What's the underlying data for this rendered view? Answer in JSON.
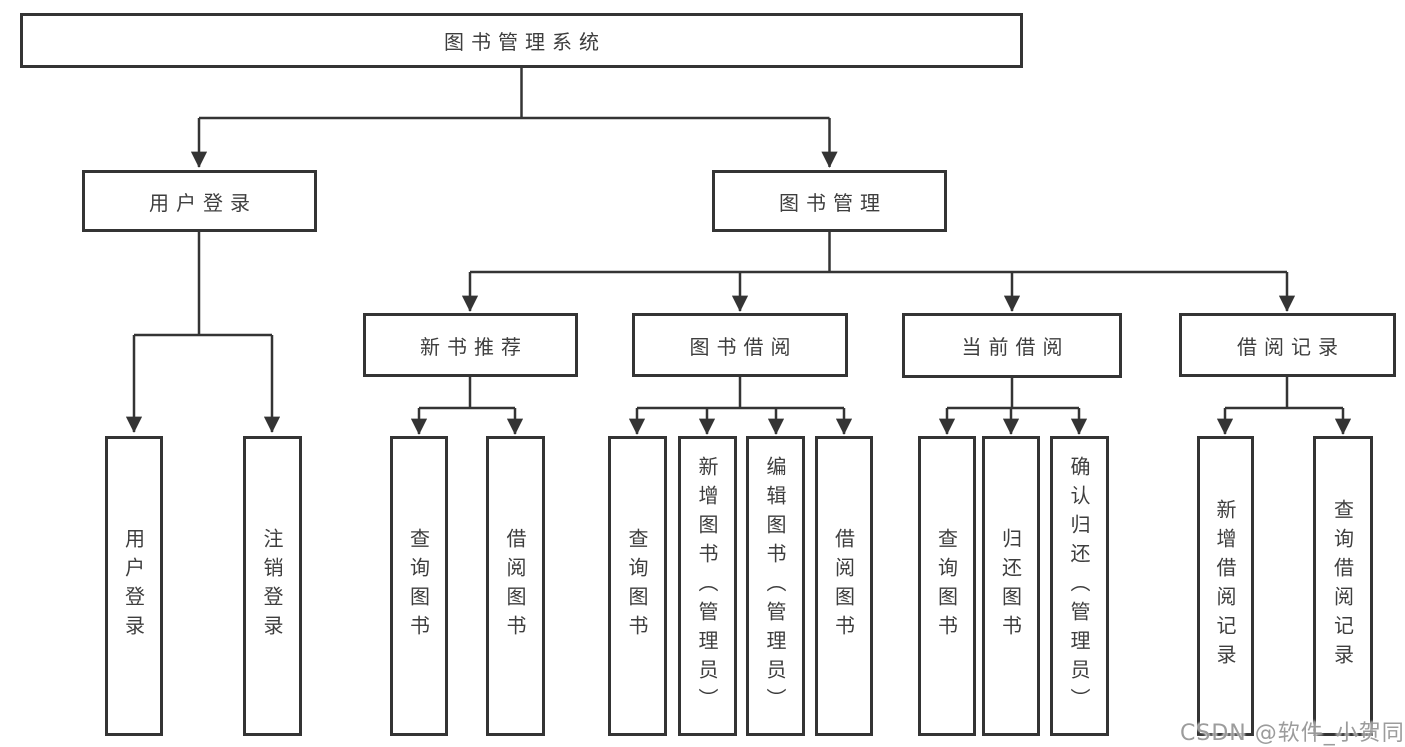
{
  "tree": {
    "root": {
      "label": "图书管理系统",
      "children": [
        {
          "label": "用户登录",
          "children": [
            {
              "label": "用户登录"
            },
            {
              "label": "注销登录"
            }
          ]
        },
        {
          "label": "图书管理",
          "children": [
            {
              "label": "新书推荐",
              "children": [
                {
                  "label": "查询图书"
                },
                {
                  "label": "借阅图书"
                }
              ]
            },
            {
              "label": "图书借阅",
              "children": [
                {
                  "label": "查询图书"
                },
                {
                  "label": "新增图书（管理员）"
                },
                {
                  "label": "编辑图书（管理员）"
                },
                {
                  "label": "借阅图书"
                }
              ]
            },
            {
              "label": "当前借阅",
              "children": [
                {
                  "label": "查询图书"
                },
                {
                  "label": "归还图书"
                },
                {
                  "label": "确认归还（管理员）"
                }
              ]
            },
            {
              "label": "借阅记录",
              "children": [
                {
                  "label": "新增借阅记录"
                },
                {
                  "label": "查询借阅记录"
                }
              ]
            }
          ]
        }
      ]
    }
  },
  "watermark": {
    "text": "CSDN @软件_小贺同学"
  },
  "colors": {
    "line": "#343434",
    "box_border": "#343434",
    "text": "#3e3e3e",
    "watermark": "#949494",
    "background": "#ffffff"
  }
}
